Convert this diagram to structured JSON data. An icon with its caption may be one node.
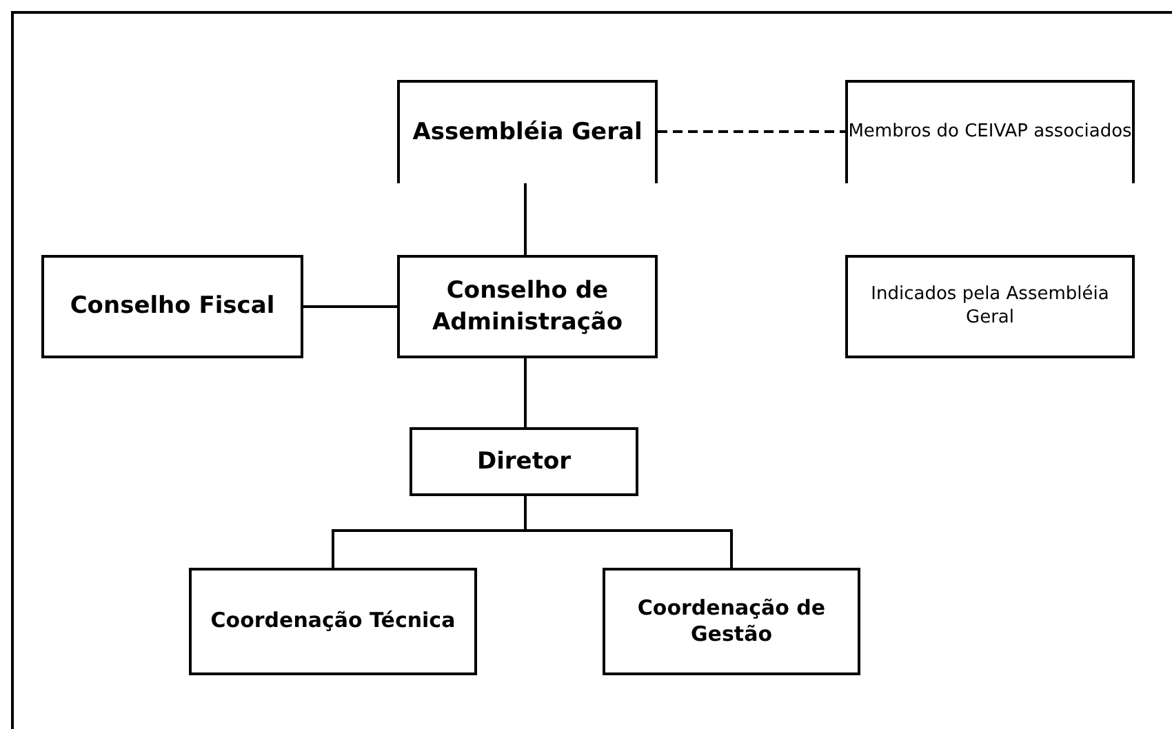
{
  "diagram": {
    "nodes": [
      {
        "text": [
          "Assembléia Geral"
        ]
      },
      {
        "text": [
          "Membros do CEIVAP associados"
        ]
      },
      {
        "text": [
          "Conselho Fiscal"
        ]
      },
      {
        "text": [
          "Conselho de Administração"
        ]
      },
      {
        "text": [
          "Indicados pela Assembléia Geral"
        ]
      },
      {
        "text": [
          "Diretor"
        ]
      },
      {
        "text": [
          "Coordenação Técnica"
        ]
      },
      {
        "text": [
          "Coordenação de Gestão"
        ]
      }
    ],
    "edges": [
      {
        "from": 0,
        "to": 1,
        "arrow": "none",
        "style": "dashed"
      },
      {
        "from": 0,
        "to": 3,
        "arrow": "none"
      },
      {
        "from": 2,
        "to": 3,
        "arrow": "none"
      },
      {
        "from": 3,
        "to": 5,
        "arrow": "none"
      },
      {
        "from": 5,
        "to": 6,
        "arrow": "none"
      },
      {
        "from": 5,
        "to": 7,
        "arrow": "none"
      }
    ]
  }
}
